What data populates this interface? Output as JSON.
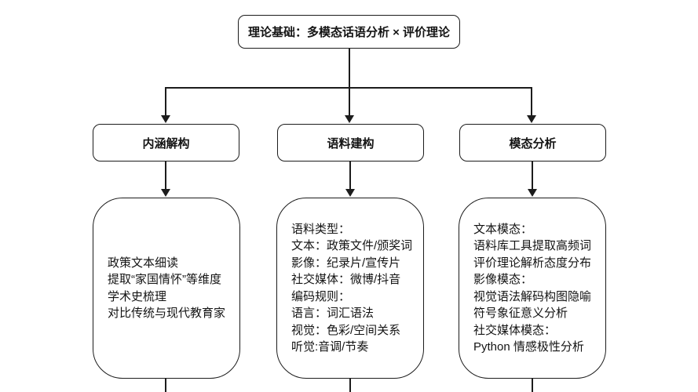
{
  "diagram": {
    "title_node": {
      "label": "理论基础：多模态话语分析 × 评价理论"
    },
    "branches": [
      {
        "label": "内涵解构",
        "details": [
          "政策文本细读",
          "提取“家国情怀”等维度",
          "学术史梳理",
          "对比传统与现代教育家"
        ]
      },
      {
        "label": "语料建构",
        "details": [
          "语料类型：",
          "文本：政策文件/颁奖词",
          "影像：纪录片/宣传片",
          "社交媒体：微博/抖音",
          "编码规则：",
          "语言：词汇语法",
          "视觉：色彩/空间关系",
          "听觉:音调/节奏"
        ]
      },
      {
        "label": "模态分析",
        "details": [
          "文本模态：",
          "语料库工具提取高频词",
          "评价理论解析态度分布",
          "影像模态：",
          "视觉语法解码构图隐喻",
          "符号象征意义分析",
          "社交媒体模态：",
          "Python 情感极性分析"
        ]
      }
    ],
    "colors": {
      "line": "#1c1c1c",
      "node_border": "#1c1c1c",
      "node_fill": "#ffffff",
      "text": "#141414"
    }
  }
}
